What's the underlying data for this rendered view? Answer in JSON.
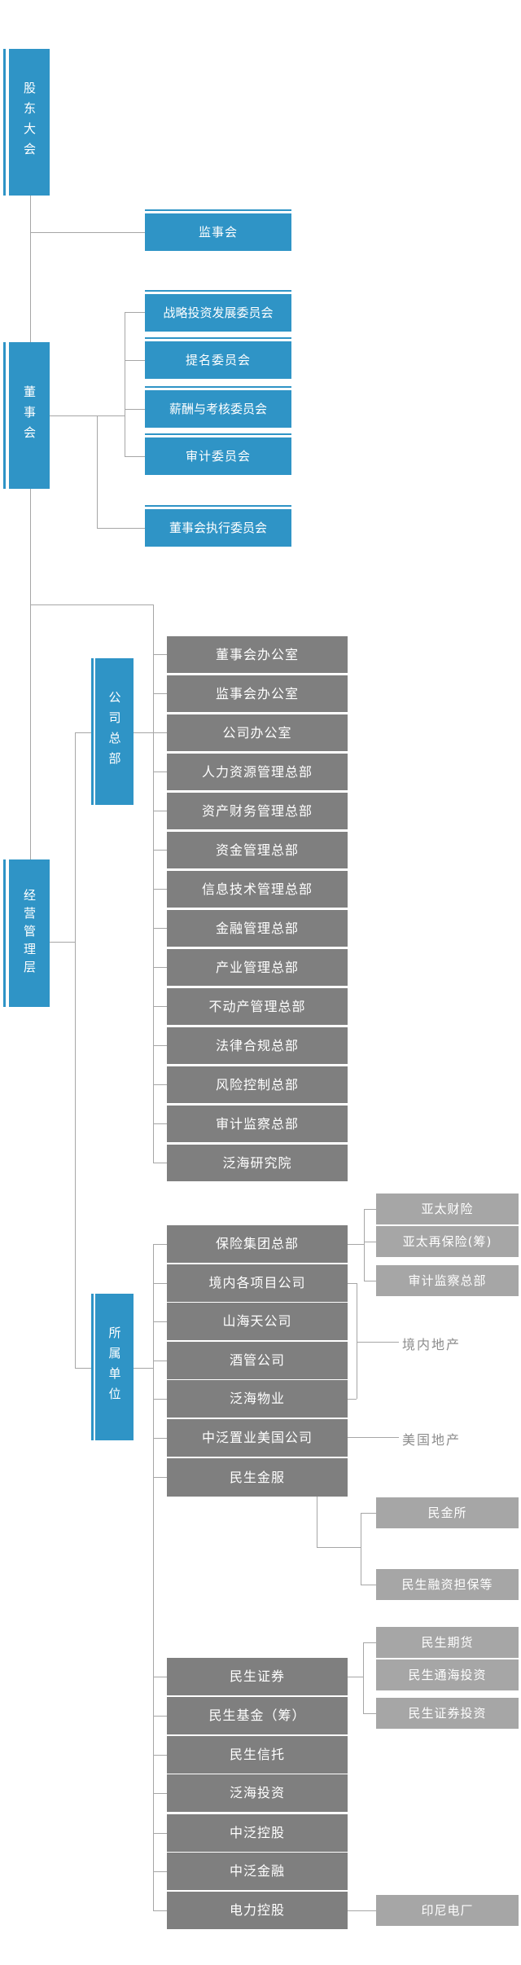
{
  "colors": {
    "node_blue": "#2f94c6",
    "node_gray_dark": "#7f7f7f",
    "node_gray_light": "#a6a6a6",
    "connector": "#a6a6a6",
    "side_label_text": "#8c8c8c"
  },
  "org": {
    "shareholders": "股东大会",
    "supervisory": "监事会",
    "board": "董事会",
    "committees": [
      "战略投资发展委员会",
      "提名委员会",
      "薪酬与考核委员会",
      "审计委员会",
      "董事会执行委员会"
    ],
    "management": "经营管理层",
    "headquarters": "公司总部",
    "departments": [
      "董事会办公室",
      "监事会办公室",
      "公司办公室",
      "人力资源管理总部",
      "资产财务管理总部",
      "资金管理总部",
      "信息技术管理总部",
      "金融管理总部",
      "产业管理总部",
      "不动产管理总部",
      "法律合规总部",
      "风险控制总部",
      "审计监察总部",
      "泛海研究院"
    ],
    "affiliates_header": "所属单位",
    "affiliates": [
      "保险集团总部",
      "境内各项目公司",
      "山海天公司",
      "酒管公司",
      "泛海物业",
      "中泛置业美国公司",
      "民生金服"
    ],
    "insurance_children": [
      "亚太财险",
      "亚太再保险(筹)",
      "审计监察总部"
    ],
    "region_labels": {
      "domestic": "境内地产",
      "us": "美国地产"
    },
    "finance_children": [
      "民金所",
      "民生融资担保等"
    ],
    "bottom_units": [
      "民生证券",
      "民生基金（筹）",
      "民生信托",
      "泛海投资",
      "中泛控股",
      "中泛金融",
      "电力控股"
    ],
    "securities_children": [
      "民生期货",
      "民生通海投资",
      "民生证券投资"
    ],
    "power_children": [
      "印尼电厂"
    ]
  }
}
